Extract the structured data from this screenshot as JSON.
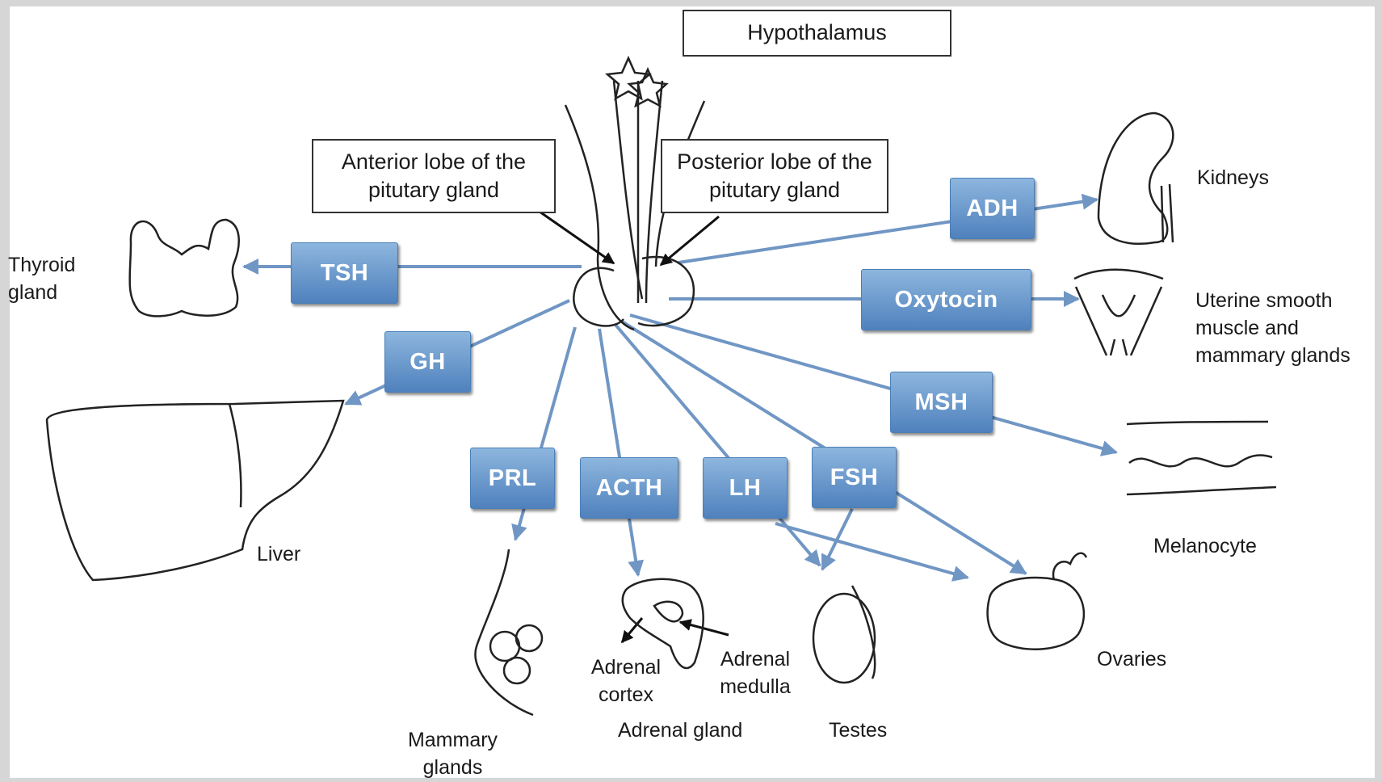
{
  "header": {
    "hypothalamus": "Hypothalamus"
  },
  "pituitary": {
    "anterior_lobe": "Anterior lobe of the pitutary gland",
    "posterior_lobe": "Posterior lobe of the pitutary gland"
  },
  "hormones": {
    "tsh": "TSH",
    "gh": "GH",
    "prl": "PRL",
    "acth": "ACTH",
    "lh": "LH",
    "fsh": "FSH",
    "msh": "MSH",
    "oxytocin": "Oxytocin",
    "adh": "ADH"
  },
  "targets": {
    "thyroid": "Thyroid gland",
    "liver": "Liver",
    "mammary": "Mammary glands",
    "adrenal_gland": "Adrenal gland",
    "adrenal_cortex": "Adrenal cortex",
    "adrenal_medulla": "Adrenal medulla",
    "testes": "Testes",
    "ovaries": "Ovaries",
    "melanocyte": "Melanocyte",
    "uterine": "Uterine smooth muscle and mammary glands",
    "kidneys": "Kidneys"
  },
  "colors": {
    "arrow": "#7096c4",
    "box_top": "#8db6de",
    "box_bottom": "#4f81bd",
    "outline": "#333333"
  }
}
